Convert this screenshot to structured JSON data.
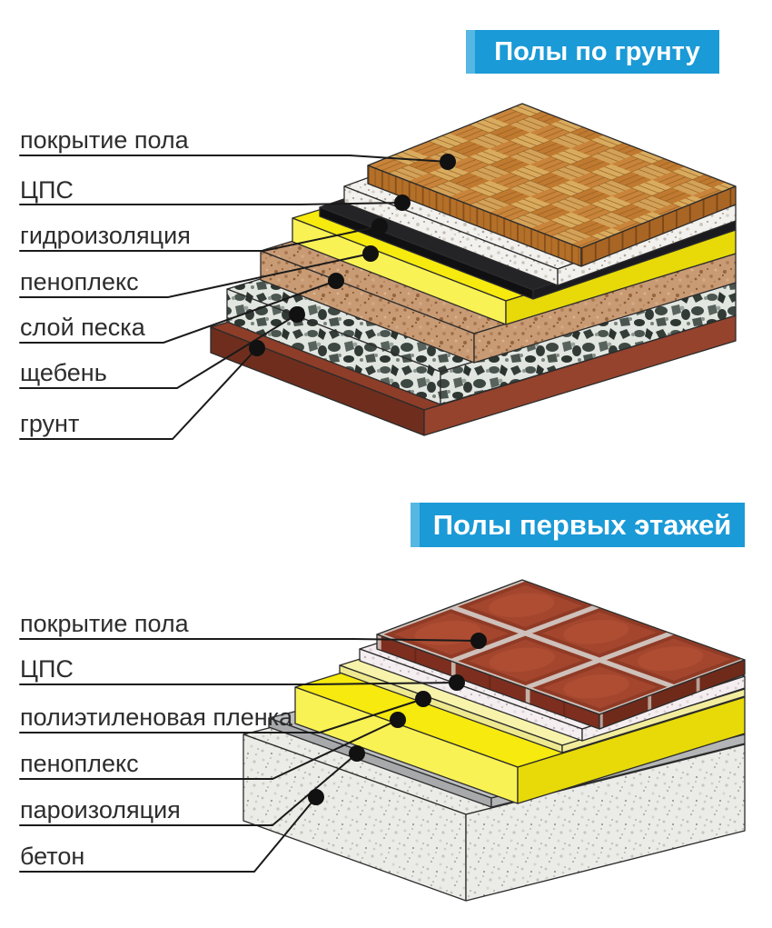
{
  "diagrams": [
    {
      "id": "floors-on-ground",
      "banner": {
        "label": "Полы по грунту"
      },
      "layers": [
        {
          "id": "floor-covering",
          "label": "покрытие пола",
          "material": "паркет"
        },
        {
          "id": "cement-sand-screed",
          "label": "ЦПС"
        },
        {
          "id": "waterproofing",
          "label": "гидроизоляция"
        },
        {
          "id": "penoplex",
          "label": "пеноплекс"
        },
        {
          "id": "sand-layer",
          "label": "слой песка"
        },
        {
          "id": "crushed-stone",
          "label": "щебень"
        },
        {
          "id": "soil",
          "label": "грунт"
        }
      ]
    },
    {
      "id": "first-storey-floors",
      "banner": {
        "label": "Полы первых этажей"
      },
      "layers": [
        {
          "id": "floor-covering",
          "label": "покрытие пола",
          "material": "плитка"
        },
        {
          "id": "cement-sand-screed",
          "label": "ЦПС"
        },
        {
          "id": "polyethylene-film",
          "label": "полиэтиленовая пленка"
        },
        {
          "id": "penoplex",
          "label": "пеноплекс"
        },
        {
          "id": "vapor-barrier",
          "label": "пароизоляция"
        },
        {
          "id": "concrete",
          "label": "бетон"
        }
      ]
    }
  ],
  "palette": {
    "banner_blue": "#1a9ad6",
    "banner_accent": "#55b7e2",
    "banner_text": "#ffffff",
    "label_text": "#2d2d2d",
    "line_color": "#1a1a1a",
    "parquet_wood": "#c8843a",
    "parquet_tan": "#d9ab5e",
    "screed_white": "#f3f1ee",
    "screed_pink": "#f4eef0",
    "waterproofing_top": "#242427",
    "waterproofing_left": "#101013",
    "waterproofing_front": "#1b1b1f",
    "penoplex_top": "#f6ea0e",
    "penoplex_left": "#f9f254",
    "penoplex_front": "#e7da08",
    "sand_tan": "#c89b75",
    "rubble_dark": "#3a433e",
    "soil_top": "#8d3d28",
    "soil_left": "#6f2e1d",
    "soil_front": "#95432d",
    "tile_red": "#a4462e",
    "film_top": "#f7f3ab",
    "film_left": "#eee98f",
    "film_front": "#f2ec9d",
    "vapor_top": "#bdbec0",
    "vapor_left": "#a8a9ab",
    "vapor_front": "#b4b5b7",
    "concrete_gray": "#ebebe7"
  }
}
